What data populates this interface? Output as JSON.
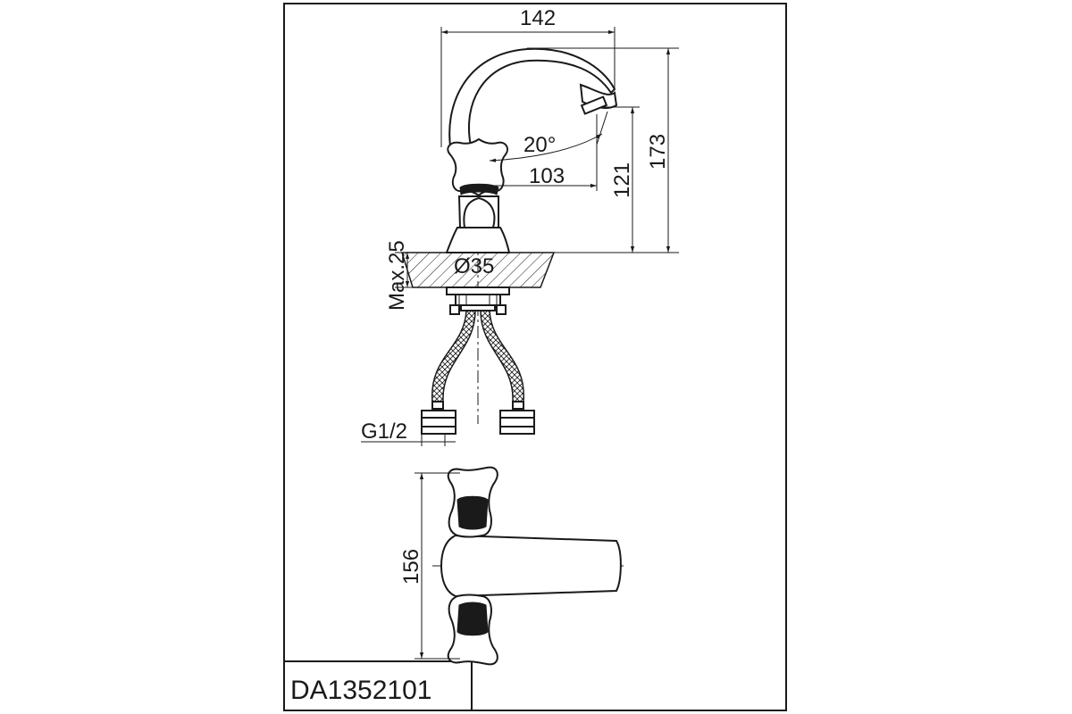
{
  "drawing": {
    "model_code": "DA1352101",
    "dimensions": {
      "spout_reach": "142",
      "height_total": "173",
      "spout_height": "121",
      "handle_to_spout": "103",
      "swivel_angle": "20°",
      "mount_hole": "Ø35",
      "max_deck": "Max.25",
      "connection_thread": "G1/2",
      "base_depth": "156"
    }
  },
  "colors": {
    "line": "#1a1a1a",
    "background": "#ffffff"
  }
}
